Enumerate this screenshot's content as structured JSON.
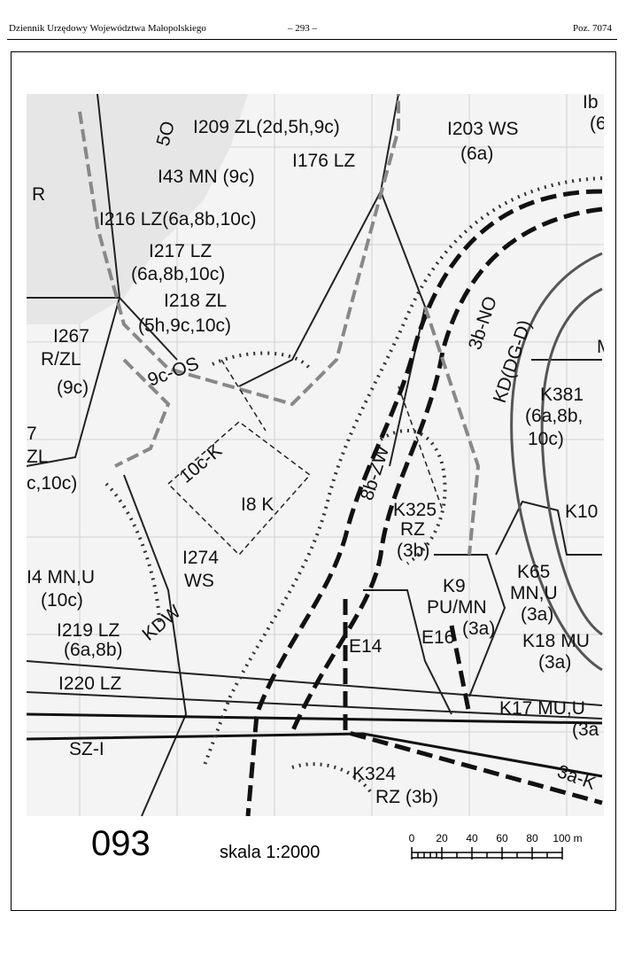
{
  "header": {
    "left": "Dziennik Urzędowy Województwa Małopolskiego",
    "center": "– 293 –",
    "right": "Poz. 7074"
  },
  "map": {
    "labels": {
      "l1": "I209 ZL(2d,5h,9c)",
      "l2": "I203 WS",
      "l3": "(6a)",
      "l4": "I176 LZ",
      "l5": "I43 MN (9c)",
      "l6": "R",
      "l7": "I216 LZ(6a,8b,10c)",
      "l8": "I217 LZ",
      "l9": "(6a,8b,10c)",
      "l10": "I218 ZL",
      "l11": "(5h,9c,10c)",
      "l12": "I267",
      "l13": "R/ZL",
      "l14": "(9c)",
      "l15": "K381",
      "l16": "(6a,8b,",
      "l17": "10c)",
      "l18": "7",
      "l19": "ZL",
      "l20": "c,10c)",
      "l21": "I8 K",
      "l22": "K325",
      "l23": "RZ",
      "l24": "(3b)",
      "l25": "K10",
      "l26": "I274",
      "l27": "WS",
      "l28": "I4 MN,U",
      "l29": "(10c)",
      "l30": "K65",
      "l31": "MN,U",
      "l32": "(3a)",
      "l33": "K9",
      "l34": "PU/MN",
      "l35": "(3a)",
      "l36": "I219 LZ",
      "l37": "(6a,8b)",
      "l38": "E14",
      "l39": "E16",
      "l40": "K18 MU",
      "l41": "(3a)",
      "l42": "I220 LZ",
      "l43": "K17 MU,U",
      "l44": "(3a",
      "l45": "SZ-I",
      "l46": "K324",
      "l47": "RZ (3b)",
      "l48": "M",
      "l49": "Ib",
      "l50": "(6"
    },
    "road_labels": {
      "r1": "10c-K",
      "r2": "8b-ZW",
      "r3": "KD(DG-D)",
      "r4": "3b-NO",
      "r5": "3a-K",
      "r6": "5O",
      "r7": "9c-OS",
      "r8": "KDW"
    }
  },
  "footer": {
    "sheet_number": "093",
    "scale": "skala 1:2000",
    "scalebar_ticks": [
      "0",
      "20",
      "40",
      "60",
      "80",
      "100 m"
    ]
  }
}
